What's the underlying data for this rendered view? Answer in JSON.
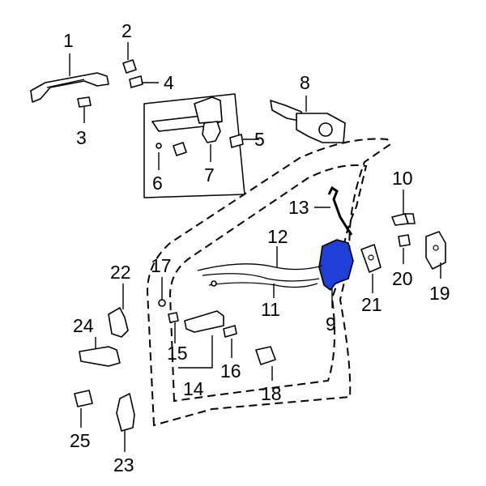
{
  "callouts": {
    "c1": "1",
    "c2": "2",
    "c3": "3",
    "c4": "4",
    "c5": "5",
    "c6": "6",
    "c7": "7",
    "c8": "8",
    "c9": "9",
    "c10": "10",
    "c11": "11",
    "c12": "12",
    "c13": "13",
    "c14": "14",
    "c15": "15",
    "c16": "16",
    "c17": "17",
    "c18": "18",
    "c19": "19",
    "c20": "20",
    "c21": "21",
    "c22": "22",
    "c23": "23",
    "c24": "24",
    "c25": "25"
  },
  "colors": {
    "highlight": "#1f3fd6",
    "line": "#000000",
    "background": "#ffffff"
  },
  "highlighted_part": "9"
}
